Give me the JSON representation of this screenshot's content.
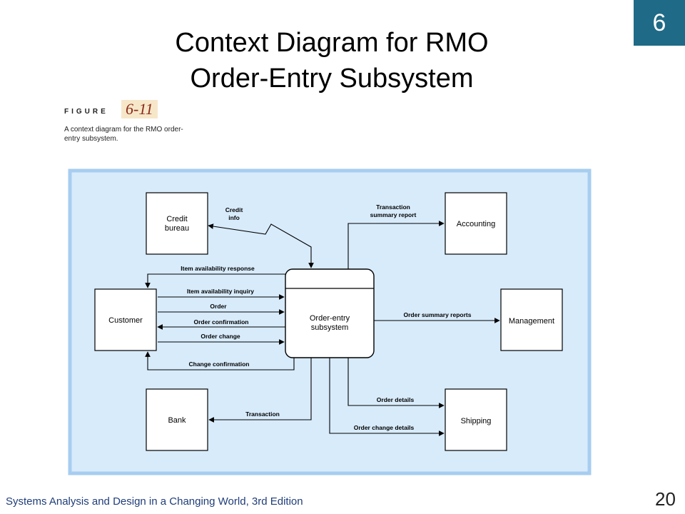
{
  "chapter_number": "6",
  "title_line1": "Context Diagram for RMO",
  "title_line2": "Order-Entry Subsystem",
  "figure": {
    "label": "FIGURE",
    "number": "6-11",
    "caption": "A context diagram for the RMO order-entry subsystem."
  },
  "diagram": {
    "entities": {
      "credit_bureau": [
        "Credit",
        "bureau"
      ],
      "accounting": "Accounting",
      "customer": "Customer",
      "management": "Management",
      "bank": "Bank",
      "shipping": "Shipping"
    },
    "process": [
      "Order-entry",
      "subsystem"
    ],
    "flows": {
      "credit_info": [
        "Credit",
        "info"
      ],
      "transaction_summary": [
        "Transaction",
        "summary report"
      ],
      "item_availability_response": "Item availability response",
      "item_availability_inquiry": "Item availability inquiry",
      "order": "Order",
      "order_confirmation": "Order confirmation",
      "order_change": "Order change",
      "change_confirmation": "Change confirmation",
      "order_summary_reports": "Order summary reports",
      "order_details": "Order details",
      "order_change_details": "Order change details",
      "transaction": "Transaction"
    },
    "colors": {
      "panel_fill": "#d8ebfb",
      "panel_border": "#a7cdf0"
    }
  },
  "footer": {
    "book": "Systems Analysis and Design in a Changing World, 3rd Edition",
    "page_number": "20"
  }
}
